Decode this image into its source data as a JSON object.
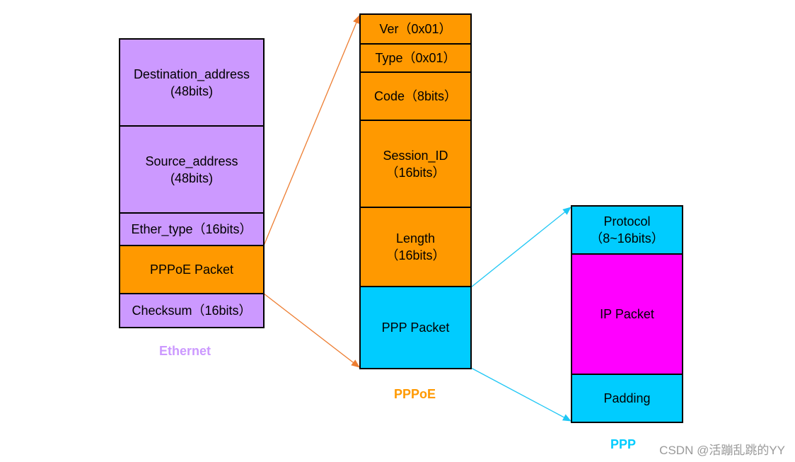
{
  "colors": {
    "ethernet_purple": "#cc99ff",
    "pppoe_orange": "#ff9900",
    "ppp_cyan": "#00ccff",
    "ip_magenta": "#ff00ff",
    "arrow_orange": "#ed7d31",
    "arrow_cyan": "#1fc7f5"
  },
  "ethernet": {
    "caption": "Ethernet",
    "fields": [
      {
        "label": "Destination_address\n(48bits)",
        "color": "purple"
      },
      {
        "label": "Source_address\n(48bits)",
        "color": "purple"
      },
      {
        "label": "Ether_type（16bits）",
        "color": "purple"
      },
      {
        "label": "PPPoE Packet",
        "color": "orange"
      },
      {
        "label": "Checksum（16bits）",
        "color": "purple"
      }
    ]
  },
  "pppoe": {
    "caption": "PPPoE",
    "fields": [
      {
        "label": "Ver（0x01）",
        "color": "orange"
      },
      {
        "label": "Type（0x01）",
        "color": "orange"
      },
      {
        "label": "Code（8bits）",
        "color": "orange"
      },
      {
        "label": "Session_ID\n（16bits）",
        "color": "orange"
      },
      {
        "label": "Length\n（16bits）",
        "color": "orange"
      },
      {
        "label": "PPP Packet",
        "color": "cyan"
      }
    ]
  },
  "ppp": {
    "caption": "PPP",
    "fields": [
      {
        "label": "Protocol\n（8~16bits）",
        "color": "cyan"
      },
      {
        "label": "IP Packet",
        "color": "magenta"
      },
      {
        "label": "Padding",
        "color": "cyan"
      }
    ]
  },
  "watermark": "CSDN @活蹦乱跳的YY"
}
